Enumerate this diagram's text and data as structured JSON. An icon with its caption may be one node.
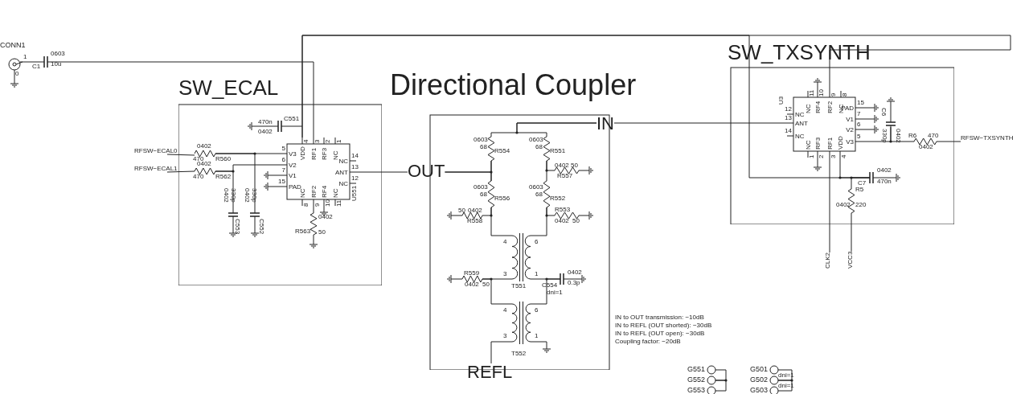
{
  "diagram": {
    "nodes": [
      {
        "text": [
          "CONN1",
          "1",
          "0"
        ]
      },
      {
        "text": [
          "0603",
          "C1",
          "10u"
        ]
      },
      {
        "text": [
          "SW_ECAL"
        ]
      },
      {
        "text": [
          "470n",
          "C551",
          "0402"
        ],
        "in": 2
      },
      {
        "text": [
          "0402",
          "470",
          "R560"
        ],
        "in": 2
      },
      {
        "text": [
          "0402",
          "470",
          "R562"
        ],
        "in": 2
      },
      {
        "text": [
          "0402",
          "330p",
          "C553"
        ],
        "in": 2
      },
      {
        "text": [
          "0402",
          "330p",
          "C552"
        ],
        "in": 2
      },
      {
        "text": [
          "U551",
          "VDD",
          "4",
          "RF1",
          "3",
          "RF3",
          "2",
          "NC",
          "1",
          "NC",
          "14",
          "ANT",
          "13",
          "NC",
          "12",
          "NC",
          "8",
          "RF2",
          "9",
          "RF4",
          "10",
          "NC",
          "11",
          "V3",
          "5",
          "V2",
          "6",
          "V1",
          "7",
          "PAD",
          "15"
        ],
        "in": 2
      },
      {
        "text": [
          "R563",
          "0402",
          "50"
        ],
        "in": 2
      },
      {
        "text": [
          "Directional Coupler"
        ]
      },
      {
        "text": [
          "0603",
          "68",
          "R554"
        ],
        "in": 10
      },
      {
        "text": [
          "0603",
          "68",
          "R551"
        ],
        "in": 10
      },
      {
        "text": [
          "0402",
          "50",
          "R557"
        ],
        "in": 10
      },
      {
        "text": [
          "0603",
          "68",
          "R556"
        ],
        "in": 10
      },
      {
        "text": [
          "0603",
          "68",
          "R552"
        ],
        "in": 10
      },
      {
        "text": [
          "50",
          "0402",
          "R558"
        ],
        "in": 10
      },
      {
        "text": [
          "R553",
          "0402",
          "50"
        ],
        "in": 10
      },
      {
        "text": [
          "4",
          "6",
          "3",
          "1",
          "T551"
        ],
        "in": 10
      },
      {
        "text": [
          "R559",
          "0402",
          "50"
        ],
        "in": 10
      },
      {
        "text": [
          "0402",
          "0.3p",
          "C554",
          "dni=1"
        ],
        "in": 10
      },
      {
        "text": [
          "4",
          "6",
          "3",
          "1",
          "T552"
        ],
        "in": 10
      },
      {
        "text": [
          "SW_TXSYNTH"
        ]
      },
      {
        "text": [
          "U3",
          "NC",
          "11",
          "RF4",
          "10",
          "RF2",
          "9",
          "NC",
          "8",
          "PAD",
          "15",
          "V1",
          "7",
          "V2",
          "6",
          "V3",
          "5",
          "NC",
          "1",
          "RF3",
          "2",
          "RF1",
          "3",
          "VDD",
          "4",
          "NC",
          "12",
          "ANT",
          "13",
          "NC",
          "14"
        ],
        "in": 22
      },
      {
        "text": [
          "C6",
          "330p",
          "0402"
        ],
        "in": 22
      },
      {
        "text": [
          "R6",
          "470",
          "0402"
        ],
        "in": 22
      },
      {
        "text": [
          "0402",
          "C7",
          "470n"
        ],
        "in": 22
      },
      {
        "text": [
          "R5",
          "0402",
          "220"
        ],
        "in": 22
      },
      {
        "text": [
          "IN"
        ]
      },
      {
        "text": [
          "OUT"
        ]
      },
      {
        "text": [
          "REFL"
        ]
      },
      {
        "text": [
          "RFSW−ECAL0"
        ]
      },
      {
        "text": [
          "RFSW−ECAL1"
        ]
      },
      {
        "text": [
          "RFSW−TXSYNTH"
        ]
      },
      {
        "text": [
          "CLK2"
        ]
      },
      {
        "text": [
          "VCC3"
        ]
      },
      {
        "text": [
          "G551"
        ]
      },
      {
        "text": [
          "G552"
        ]
      },
      {
        "text": [
          "G553"
        ]
      },
      {
        "text": [
          "G501"
        ]
      },
      {
        "text": [
          "G502"
        ]
      },
      {
        "text": [
          "G503"
        ]
      }
    ],
    "edges": [
      {
        "from": 0,
        "to": 1,
        "arrow": "none"
      },
      {
        "from": 1,
        "to": 8,
        "arrow": "none"
      },
      {
        "from": 3,
        "to": 8,
        "arrow": "none"
      },
      {
        "from": 8,
        "to": 23,
        "arrow": "none"
      },
      {
        "from": 8,
        "to": 26,
        "arrow": "none"
      },
      {
        "from": 31,
        "to": 4,
        "arrow": "none"
      },
      {
        "from": 4,
        "to": 8,
        "arrow": "none"
      },
      {
        "from": 4,
        "to": 7,
        "arrow": "none"
      },
      {
        "from": 32,
        "to": 5,
        "arrow": "none"
      },
      {
        "from": 5,
        "to": 8,
        "arrow": "none"
      },
      {
        "from": 5,
        "to": 6,
        "arrow": "none"
      },
      {
        "from": 9,
        "to": 8,
        "arrow": "none"
      },
      {
        "from": 8,
        "to": 29,
        "arrow": "none"
      },
      {
        "from": 29,
        "to": 11,
        "arrow": "none"
      },
      {
        "from": 29,
        "to": 14,
        "arrow": "none"
      },
      {
        "from": 28,
        "to": 11,
        "arrow": "none"
      },
      {
        "from": 28,
        "to": 12,
        "arrow": "none"
      },
      {
        "from": 28,
        "to": 23,
        "arrow": "none"
      },
      {
        "from": 11,
        "to": 14,
        "arrow": "none"
      },
      {
        "from": 12,
        "to": 15,
        "arrow": "none"
      },
      {
        "from": 12,
        "to": 13,
        "arrow": "none"
      },
      {
        "from": 14,
        "to": 16,
        "arrow": "none"
      },
      {
        "from": 14,
        "to": 18,
        "arrow": "none"
      },
      {
        "from": 15,
        "to": 17,
        "arrow": "none"
      },
      {
        "from": 15,
        "to": 18,
        "arrow": "none"
      },
      {
        "from": 18,
        "to": 19,
        "arrow": "none"
      },
      {
        "from": 18,
        "to": 20,
        "arrow": "none"
      },
      {
        "from": 19,
        "to": 21,
        "arrow": "none"
      },
      {
        "from": 20,
        "to": 21,
        "arrow": "none"
      },
      {
        "from": 21,
        "to": 30,
        "arrow": "none"
      },
      {
        "from": 23,
        "to": 24,
        "arrow": "none"
      },
      {
        "from": 24,
        "to": 25,
        "arrow": "none"
      },
      {
        "from": 25,
        "to": 33,
        "arrow": "none"
      },
      {
        "from": 23,
        "to": 26,
        "arrow": "none"
      },
      {
        "from": 26,
        "to": 27,
        "arrow": "none"
      },
      {
        "from": 27,
        "to": 35,
        "arrow": "none"
      },
      {
        "from": 23,
        "to": 34,
        "arrow": "none"
      },
      {
        "from": 36,
        "to": 37,
        "arrow": "none"
      },
      {
        "from": 37,
        "to": 38,
        "arrow": "none"
      },
      {
        "from": 39,
        "to": 40,
        "arrow": "none"
      },
      {
        "from": 40,
        "to": 41,
        "arrow": "none"
      }
    ],
    "labels": [
      "IN to OUT transmission: −10dB",
      "IN to REFL (OUT shorted): −30dB",
      "IN to REFL (OUT open): −30dB",
      "Coupling factor: −20dB",
      "dni=1",
      "dni=1"
    ]
  }
}
